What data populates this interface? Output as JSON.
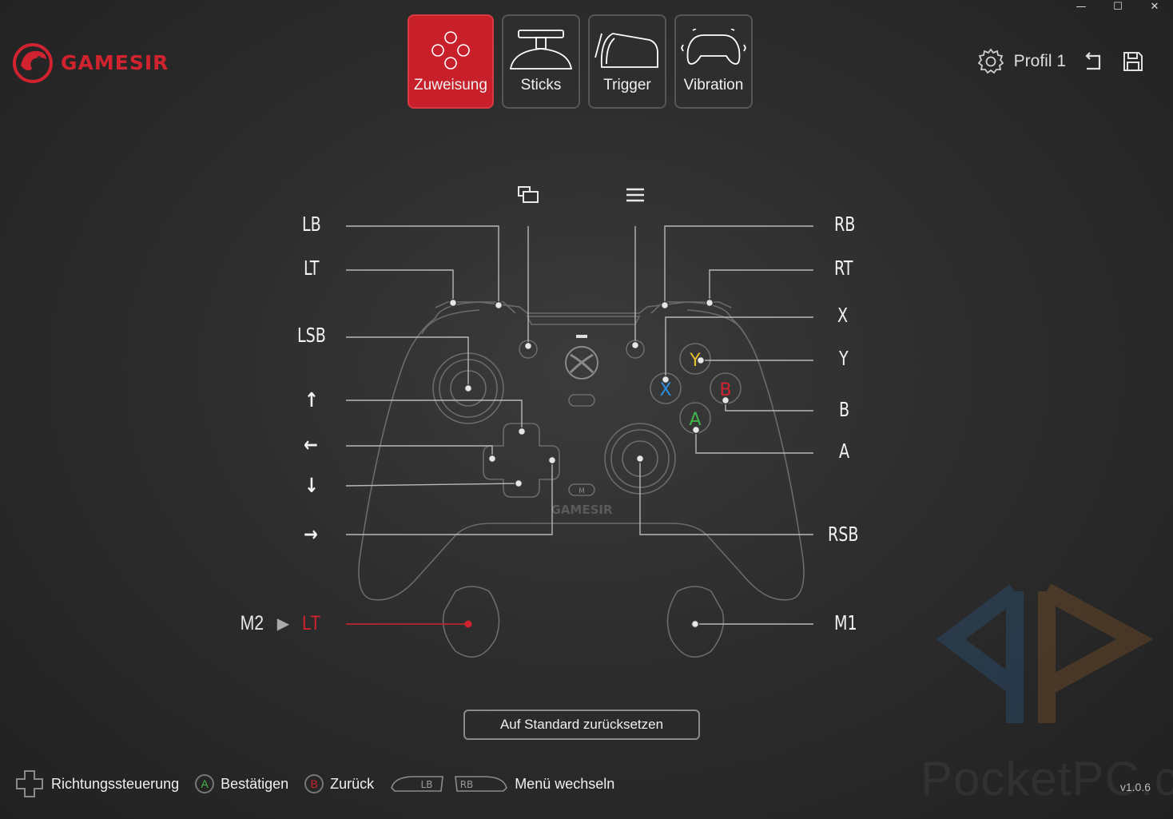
{
  "window": {
    "minimize": "—",
    "maximize": "☐",
    "close": "✕"
  },
  "brand": {
    "name": "GAMESIR"
  },
  "tabs": [
    {
      "label": "Zuweisung",
      "active": true
    },
    {
      "label": "Sticks",
      "active": false
    },
    {
      "label": "Trigger",
      "active": false
    },
    {
      "label": "Vibration",
      "active": false
    }
  ],
  "profile": {
    "name": "Profil 1"
  },
  "controller": {
    "left_labels": {
      "lb": "LB",
      "lt": "LT",
      "lsb": "LSB",
      "up": "↑",
      "left": "←",
      "down": "↓",
      "right": "→"
    },
    "right_labels": {
      "rb": "RB",
      "rt": "RT",
      "x": "X",
      "y": "Y",
      "b": "B",
      "a": "A",
      "rsb": "RSB",
      "m1": "M1"
    },
    "face_buttons": {
      "x": "X",
      "y": "Y",
      "b": "B",
      "a": "A"
    },
    "body_brand": "GAMESIR",
    "m_button": "M",
    "m2_mapping": {
      "source": "M2",
      "target": "LT"
    }
  },
  "colors": {
    "accent": "#c8202b",
    "x_button": "#2d8fe0",
    "y_button": "#e6c12a",
    "b_button": "#d0232f",
    "a_button": "#3fb54a"
  },
  "reset_label": "Auf Standard zurücksetzen",
  "hints": [
    {
      "icon": "dpad",
      "label": "Richtungssteuerung"
    },
    {
      "icon": "A",
      "label": "Bestätigen"
    },
    {
      "icon": "B",
      "label": "Zurück"
    },
    {
      "icon_left": "LB",
      "icon_right": "RB",
      "label": "Menü wechseln"
    }
  ],
  "version": "v1.0.6",
  "watermark": "PocketPC.ch"
}
